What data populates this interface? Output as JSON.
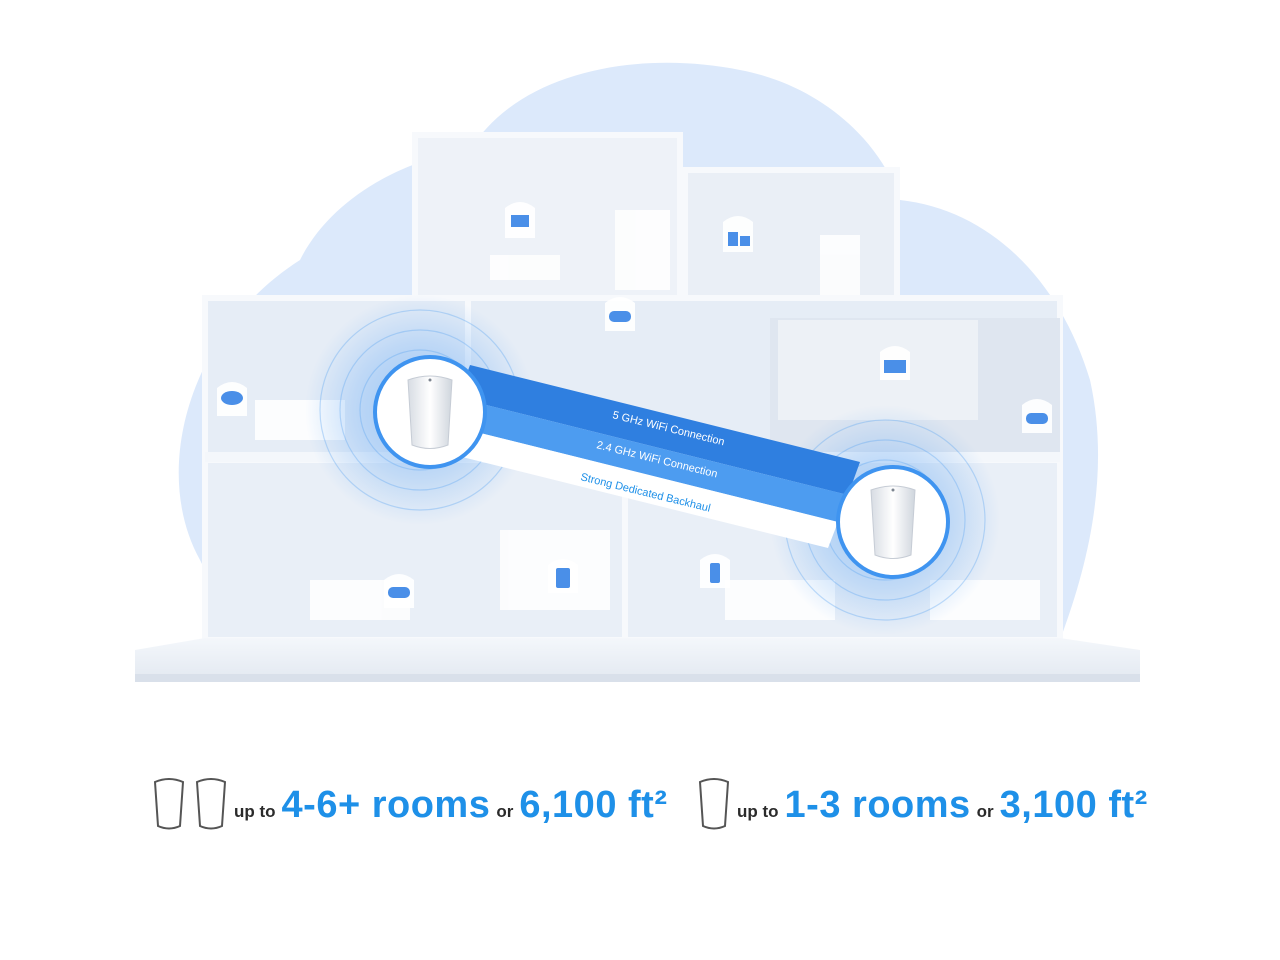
{
  "diagram": {
    "backhaul_labels": [
      "5 GHz WiFi Connection",
      "2.4 GHz WiFi Connection",
      "Strong Dedicated Backhaul"
    ],
    "device_icons": [
      "monitor-icon",
      "pc-icon",
      "gamepad-icon",
      "cloud-storage-icon",
      "tv-icon",
      "gamepad-icon",
      "gamepad-icon",
      "tablet-icon",
      "phone-icon"
    ],
    "colors": {
      "accent": "#1e90e8",
      "cloud": "#dce9fb",
      "band_5g": "#2f7fe0",
      "band_24g": "#4d9cf0",
      "band_backhaul": "#ffffff"
    }
  },
  "coverage": [
    {
      "units_icon": "router-unit-icon",
      "units": 2,
      "prefix": "up to",
      "rooms": "4-6+ rooms",
      "joiner": "or",
      "area": "6,100 ft²"
    },
    {
      "units_icon": "router-unit-icon",
      "units": 1,
      "prefix": "up to",
      "rooms": "1-3 rooms",
      "joiner": "or",
      "area": "3,100 ft²"
    }
  ]
}
